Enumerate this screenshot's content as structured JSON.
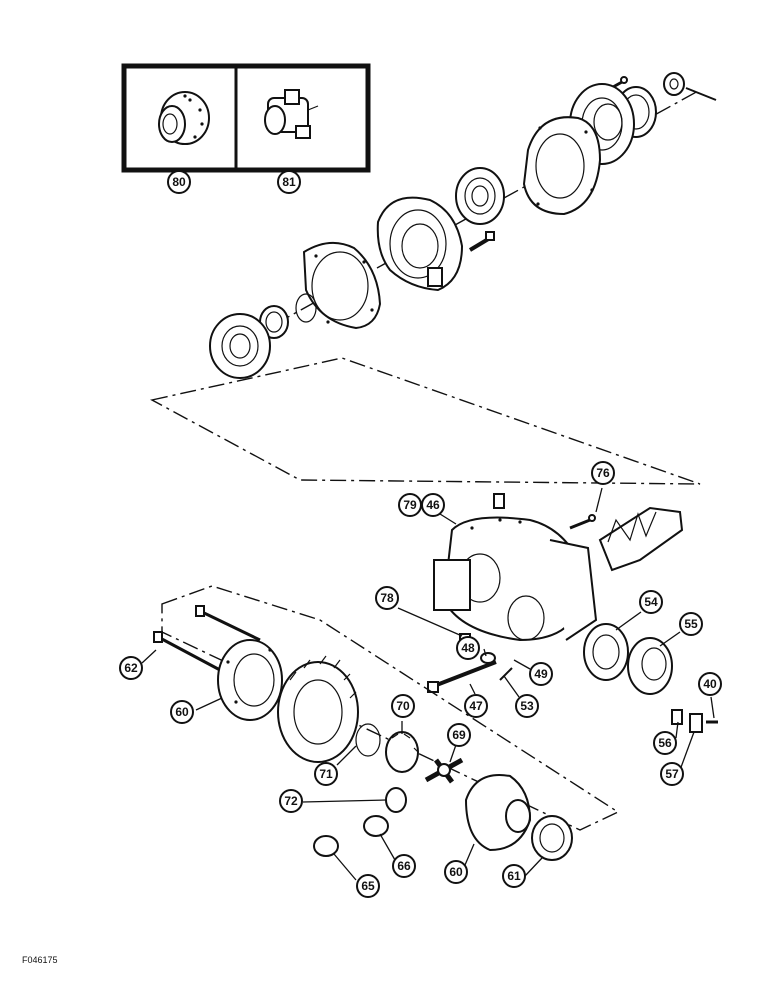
{
  "figure_id": "F046175",
  "callouts": {
    "c80": "80",
    "c81": "81",
    "c76": "76",
    "c79": "79",
    "c46": "46",
    "c78": "78",
    "c54": "54",
    "c55": "55",
    "c48": "48",
    "c49": "49",
    "c47": "47",
    "c53": "53",
    "c40": "40",
    "c56": "56",
    "c57": "57",
    "c62": "62",
    "c60a": "60",
    "c70": "70",
    "c69": "69",
    "c71": "71",
    "c72": "72",
    "c66": "66",
    "c60b": "60",
    "c61": "61",
    "c65": "65"
  }
}
